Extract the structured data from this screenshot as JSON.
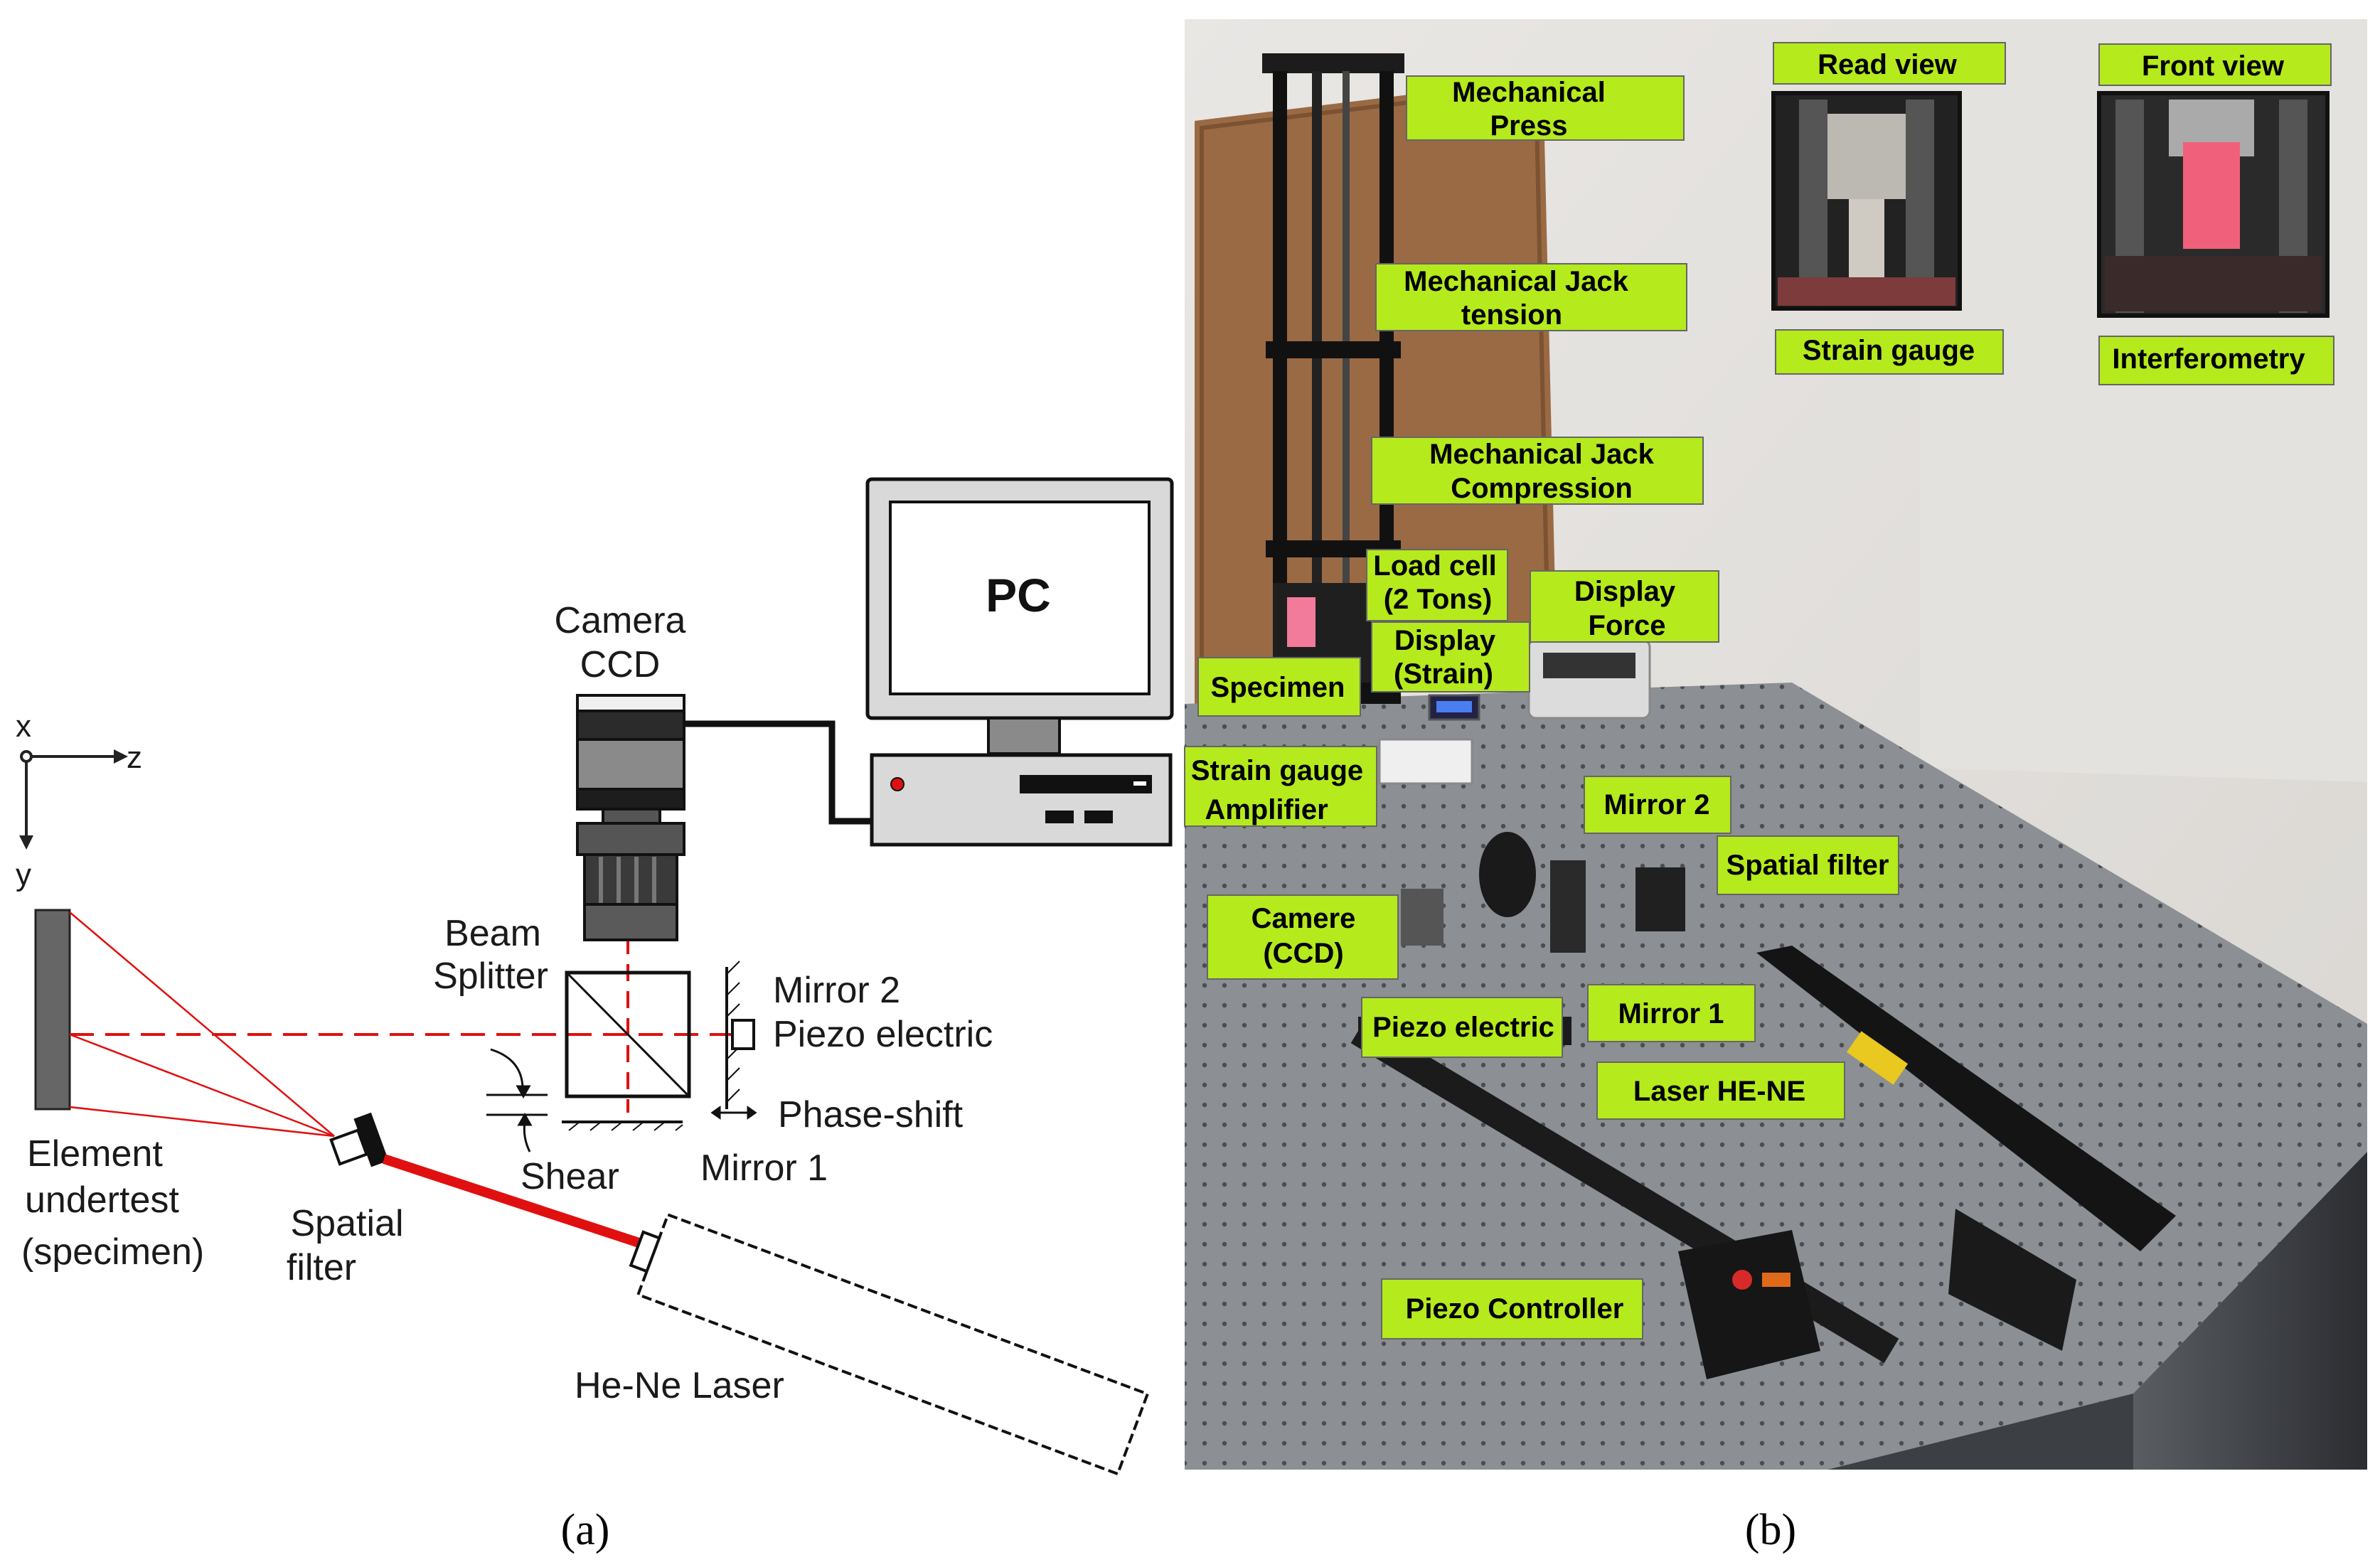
{
  "panel_a": {
    "axes": {
      "x": "x",
      "z": "z",
      "y": "y"
    },
    "pc": "PC",
    "camera": [
      "Camera",
      "CCD"
    ],
    "beam_splitter": [
      "Beam",
      "Splitter"
    ],
    "mirror2": "Mirror 2",
    "piezo": "Piezo electric",
    "phase_shift": "Phase-shift",
    "shear": "Shear",
    "mirror1": "Mirror 1",
    "element": [
      "Element",
      "undertest",
      "(specimen)"
    ],
    "spatial_filter": [
      "Spatial",
      "filter"
    ],
    "laser": "He-Ne Laser",
    "caption": "(a)"
  },
  "panel_b": {
    "caption": "(b)",
    "labels": {
      "mechanical_press": [
        "Mechanical",
        "Press"
      ],
      "jack_tension": [
        "Mechanical Jack",
        "tension"
      ],
      "jack_compression": [
        "Mechanical Jack",
        "Compression"
      ],
      "load_cell": [
        "Load cell",
        "(2 Tons)"
      ],
      "display_force": [
        "Display",
        "Force"
      ],
      "display_strain": [
        "Display",
        "(Strain)"
      ],
      "specimen": "Specimen",
      "strain_amp": [
        "Strain gauge",
        "Amplifier"
      ],
      "mirror2": "Mirror 2",
      "spatial_filter": "Spatial filter",
      "camera": [
        "Camere",
        "(CCD)"
      ],
      "piezo_electric": "Piezo electric",
      "mirror1": "Mirror 1",
      "laser": "Laser HE-NE",
      "piezo_controller": "Piezo Controller",
      "read_view": "Read view",
      "front_view": "Front view",
      "strain_gauge": "Strain gauge",
      "interferometry": "Interferometry"
    },
    "colors": {
      "tag_fill": "#b5ea1d",
      "laser_red": "#e01010"
    }
  }
}
